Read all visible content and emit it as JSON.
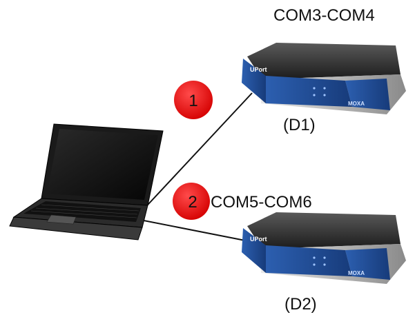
{
  "diagram": {
    "device1": {
      "ports_label": "COM3-COM4",
      "id_label": "(D1)",
      "brand": "MOXA",
      "model": "UPort"
    },
    "device2": {
      "ports_label": "COM5-COM6",
      "id_label": "(D2)",
      "brand": "MOXA",
      "model": "UPort"
    },
    "step1": {
      "number": "1"
    },
    "step2": {
      "number": "2"
    },
    "colors": {
      "marker": "#ee1111",
      "device_panel": "#1f4f9e",
      "device_body": "#2a2a2a",
      "line": "#111111"
    }
  }
}
